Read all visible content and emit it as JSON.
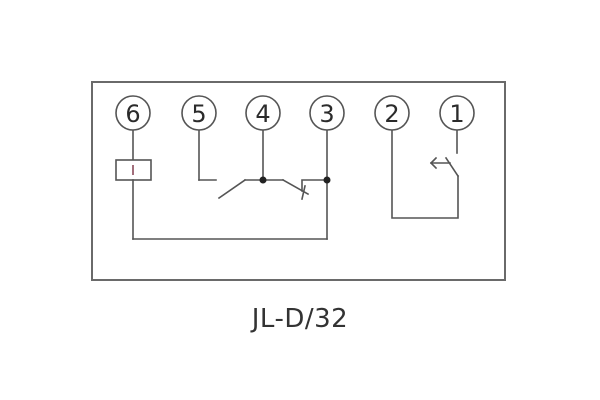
{
  "diagram": {
    "model_label": "JL-D/32",
    "terminals": [
      {
        "id": "6",
        "label": "6"
      },
      {
        "id": "5",
        "label": "5"
      },
      {
        "id": "4",
        "label": "4"
      },
      {
        "id": "3",
        "label": "3"
      },
      {
        "id": "2",
        "label": "2"
      },
      {
        "id": "1",
        "label": "1"
      }
    ],
    "coil_symbol": "I",
    "colors": {
      "line": "#555555",
      "frame": "#6a6a6a",
      "text": "#333333",
      "coil_mark": "#8a4a5a"
    }
  }
}
